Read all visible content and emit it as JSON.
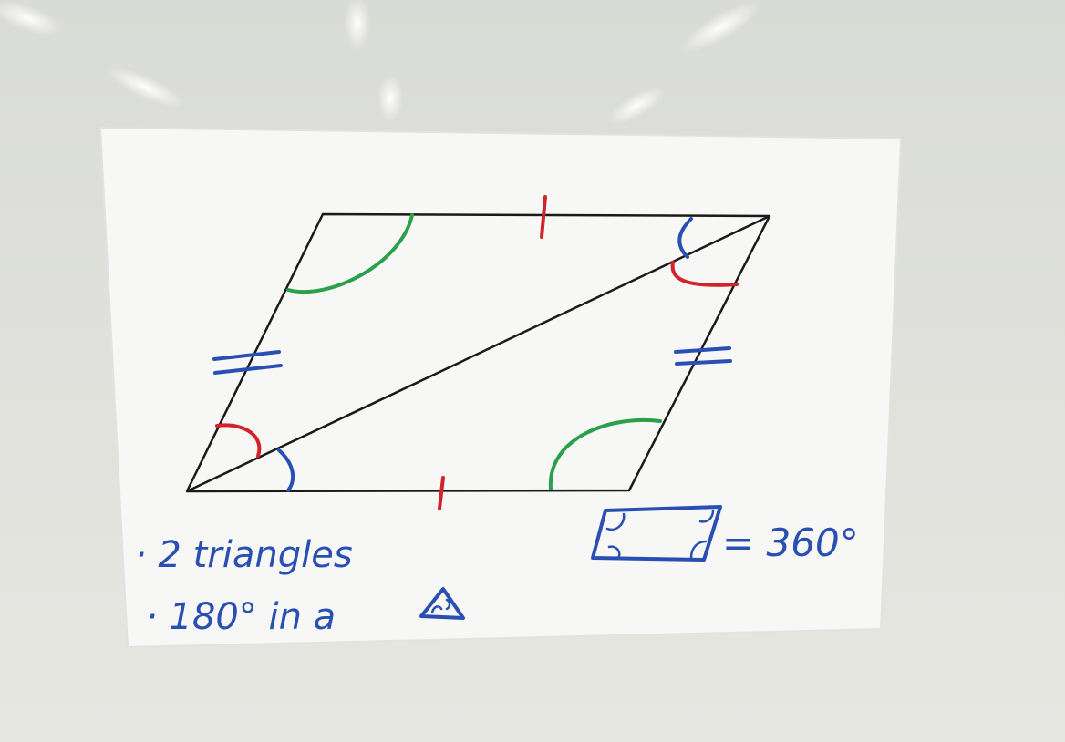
{
  "scene": {
    "description_free": true
  },
  "colors": {
    "board": "#dfe0db",
    "paper": "#f7f7f6",
    "ink_black": "#1a1a1a",
    "ink_blue": "#2a4fb3",
    "ink_red": "#d2232a",
    "ink_green": "#2aa04a"
  },
  "notes": {
    "line1": "· 2 triangles",
    "line2": "· 180° in a",
    "equation": "= 360°"
  }
}
